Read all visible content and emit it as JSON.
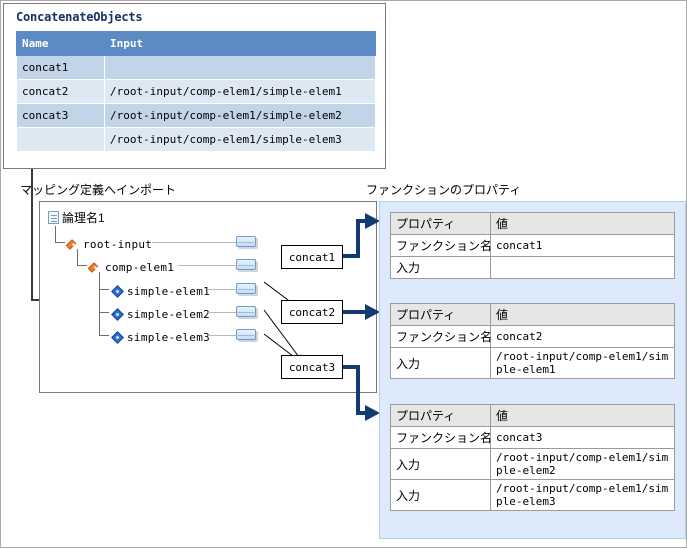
{
  "top_panel": {
    "title": "ConcatenateObjects",
    "columns": [
      "Name",
      "Input"
    ],
    "rows": [
      {
        "name": "concat1",
        "input": ""
      },
      {
        "name": "concat2",
        "input": "/root-input/comp-elem1/simple-elem1"
      },
      {
        "name": "concat3",
        "input": "/root-input/comp-elem1/simple-elem2"
      },
      {
        "name": "",
        "input": "/root-input/comp-elem1/simple-elem3"
      }
    ]
  },
  "captions": {
    "left": "マッピング定義へインポート",
    "right": "ファンクションのプロパティ"
  },
  "tree": {
    "root": "論理名1",
    "nodes": [
      {
        "label": "root-input",
        "type": "complex"
      },
      {
        "label": "comp-elem1",
        "type": "complex"
      },
      {
        "label": "simple-elem1",
        "type": "simple"
      },
      {
        "label": "simple-elem2",
        "type": "simple"
      },
      {
        "label": "simple-elem3",
        "type": "simple"
      }
    ]
  },
  "functions": [
    {
      "box_label": "concat1"
    },
    {
      "box_label": "concat2"
    },
    {
      "box_label": "concat3"
    }
  ],
  "property_tables": [
    {
      "header": {
        "key": "プロパティ",
        "value": "値"
      },
      "rows": [
        {
          "key": "ファンクション名",
          "value": "concat1"
        },
        {
          "key": "入力",
          "value": ""
        }
      ]
    },
    {
      "header": {
        "key": "プロパティ",
        "value": "値"
      },
      "rows": [
        {
          "key": "ファンクション名",
          "value": "concat2"
        },
        {
          "key": "入力",
          "value": "/root-input/comp-elem1/simple-elem1"
        }
      ]
    },
    {
      "header": {
        "key": "プロパティ",
        "value": "値"
      },
      "rows": [
        {
          "key": "ファンクション名",
          "value": "concat3"
        },
        {
          "key": "入力",
          "value": "/root-input/comp-elem1/simple-elem2"
        },
        {
          "key": "入力",
          "value": "/root-input/comp-elem1/simple-elem3"
        }
      ]
    }
  ],
  "colors": {
    "table_header_blue": "#5b8ac4",
    "row_dark": "#c2d4e8",
    "row_light": "#dde8f3",
    "panel_blue": "#ddeafb",
    "connector_navy": "#143a73",
    "node_orange": "#f4792b",
    "node_blue": "#2e6fd4",
    "title_navy": "#1b2f66"
  }
}
